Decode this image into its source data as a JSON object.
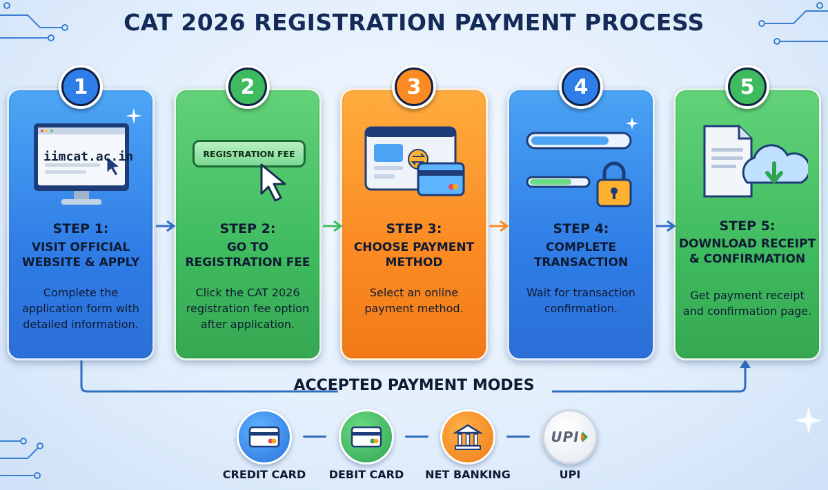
{
  "title": "CAT 2026 REGISTRATION PAYMENT PROCESS",
  "steps": [
    {
      "number": "1",
      "heading": "STEP 1:",
      "title": "Visit Official Website & Apply",
      "description": "Complete the application form with detailed information.",
      "illustration": {
        "url_text": "iimcat.ac.in",
        "icon": "monitor-icon"
      }
    },
    {
      "number": "2",
      "heading": "STEP 2:",
      "title": "Go to Registration Fee",
      "description": "Click the CAT 2026 registration fee option after application.",
      "illustration": {
        "button_text": "REGISTRATION FEE",
        "icon": "cursor-icon"
      }
    },
    {
      "number": "3",
      "heading": "STEP 3:",
      "title": "Choose Payment Method",
      "description": "Select an online payment method.",
      "illustration": {
        "icon": "payment-cards-icon"
      }
    },
    {
      "number": "4",
      "heading": "STEP 4:",
      "title": "Complete Transaction",
      "description": "Wait for transaction confirmation.",
      "illustration": {
        "icon": "progress-lock-icon"
      }
    },
    {
      "number": "5",
      "heading": "STEP 5:",
      "title": "Download Receipt & Confirmation",
      "description": "Get payment receipt and confirmation page.",
      "illustration": {
        "icon": "cloud-download-icon"
      }
    }
  ],
  "payment_modes": {
    "title": "ACCEPTED PAYMENT MODES",
    "items": [
      {
        "label": "CREDIT CARD",
        "icon": "credit-card-icon"
      },
      {
        "label": "DEBIT CARD",
        "icon": "debit-card-icon"
      },
      {
        "label": "NET BANKING",
        "icon": "bank-icon"
      },
      {
        "label": "UPI",
        "icon": "upi-icon",
        "logo_text": "UPI"
      }
    ]
  },
  "colors": {
    "blue": "#2f7de6",
    "green": "#3fbb5f",
    "orange": "#fb8a22",
    "navy": "#142a57"
  }
}
